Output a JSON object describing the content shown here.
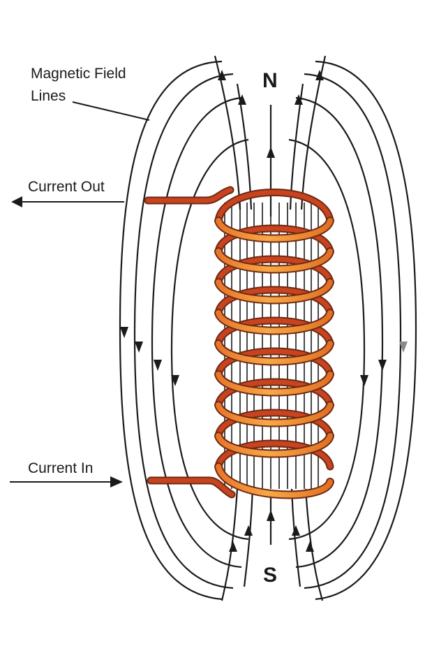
{
  "labels": {
    "field_line1": "Magnetic Field",
    "field_line2": "Lines",
    "current_out": "Current Out",
    "current_in": "Current In",
    "north": "N",
    "south": "S"
  },
  "colors": {
    "line": "#1a1a1a",
    "coil_front": "#f39c36",
    "coil_back": "#c8431f",
    "coil_outline": "#6e2a12"
  }
}
